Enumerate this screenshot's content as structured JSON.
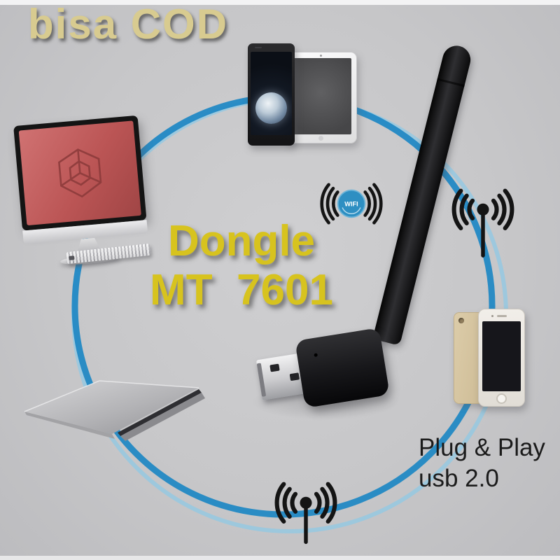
{
  "badge": {
    "label": "bisa COD"
  },
  "title": {
    "line1": "Dongle",
    "line2": "MT  7601"
  },
  "feature": {
    "line1": "Plug & Play",
    "line2": "usb 2.0"
  },
  "wifi_badge": {
    "label": "WIFI"
  },
  "colors": {
    "background_gray": "#c7c7c9",
    "ring_blue": "#2289c4",
    "ring_light_blue": "#8fc8e4",
    "badge_yellow": "#d8cb90",
    "title_yellow": "#d7c31e",
    "feature_text_black": "#1b1b1b",
    "wifi_circle_blue": "#2e8fc2",
    "monitor_screen_red": "#bb5555",
    "icon_black": "#141414"
  }
}
